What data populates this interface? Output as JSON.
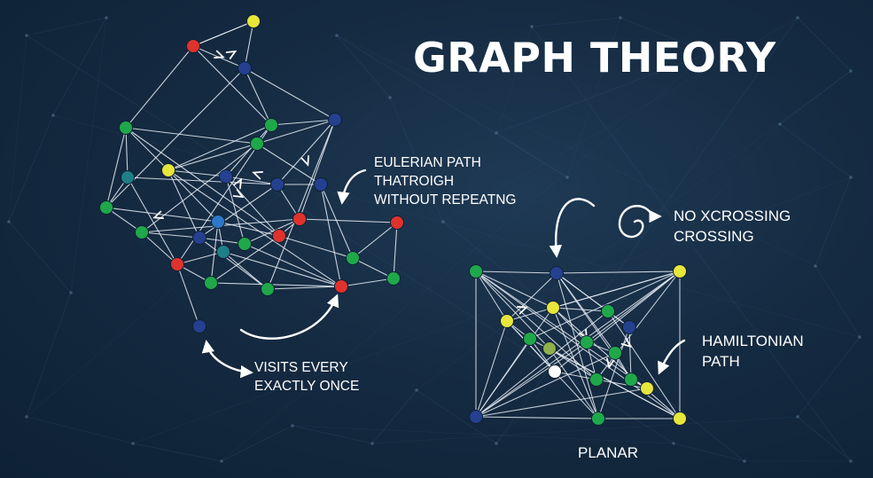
{
  "title": "GRAPH THEORY",
  "annotations": {
    "eulerian": [
      "EULERIAN PATH",
      "THATROIGH",
      "WITHOUT REPEATNG"
    ],
    "visits": [
      "VISITS EVERY",
      "EXACTLY ONCE"
    ],
    "no_crossing": [
      "NO XCROSSING",
      "CROSSING"
    ],
    "hamiltonian": [
      "HAMILTONIAN",
      "PATH"
    ],
    "planar": "PLANAR"
  },
  "colors": {
    "background": "#152b42",
    "edge": "#e8eef5",
    "red": "#e0322c",
    "green": "#1fa84a",
    "blue": "#24408f",
    "yellow": "#e7e63a",
    "teal": "#1f7f86",
    "white": "#ffffff",
    "olive": "#8fb04a",
    "bright_blue": "#2d78c8"
  },
  "icons": [
    "curved-arrow-icon",
    "loop-arrow-icon",
    "direction-arrow-icon"
  ]
}
